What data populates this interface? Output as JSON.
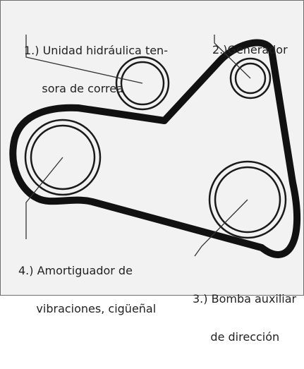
{
  "labels": {
    "tensioner": {
      "line1": "1.) Unidad hidráulica ten-",
      "line2": "     sora de correa"
    },
    "generator": {
      "line1": "2.)Generador"
    },
    "steering_pump": {
      "line1": "3.) Bomba auxiliar",
      "line2": "     de dirección"
    },
    "crank_damper": {
      "line1": "4.) Amortiguador de",
      "line2": "     vibraciones, cigüeñal"
    }
  },
  "colors": {
    "background": "#f2f2f2",
    "belt": "#111111",
    "pulley_stroke": "#1a1a1a",
    "leader": "#333333",
    "frame_border": "#6f6f6f"
  }
}
